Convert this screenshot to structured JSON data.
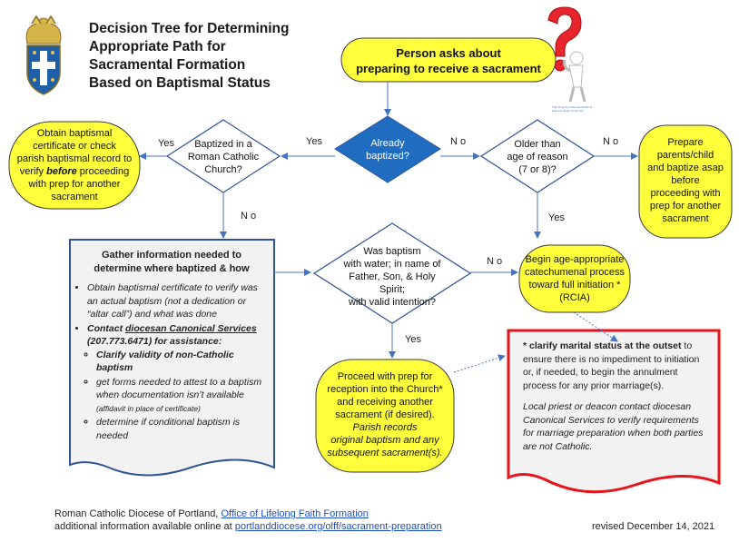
{
  "title": {
    "line1": "Decision Tree for Determining",
    "line2": "Appropriate Path for",
    "line3": "Sacramental Formation",
    "line4": "Based on Baptismal Status"
  },
  "start": {
    "line1": "Person asks about",
    "line2": "preparing to receive a sacrament"
  },
  "clipart_caption": "This Photo by Unknown Author is licensed under CC BY-SA",
  "already_baptized": {
    "line1": "Already",
    "line2": "baptized?"
  },
  "roman_catholic": {
    "line1": "Baptized in a",
    "line2": "Roman Catholic",
    "line3": "Church?"
  },
  "older_than": {
    "line1": "Older than",
    "line2": "age of reason",
    "line3": "(7 or 8)?"
  },
  "obtain_cert": {
    "line1": "Obtain baptismal",
    "line2": "certificate or check",
    "line3": "parish baptismal record to",
    "line4a": "verify ",
    "line4b": "before",
    "line4c": " proceeding",
    "line5": "with prep for another",
    "line6": "sacrament"
  },
  "prepare_child": {
    "line1": "Prepare",
    "line2": "parents/child",
    "line3": "and baptize asap",
    "line4": "before",
    "line5": "proceeding with",
    "line6": "prep for another",
    "line7": "sacrament"
  },
  "valid_baptism": {
    "line1": "Was baptism",
    "line2": "with water; in name of",
    "line3": "Father, Son, & Holy Spirit;",
    "line4": "with valid intention?"
  },
  "rcia": {
    "line1": "Begin age-appropriate",
    "line2": "catechumenal process",
    "line3": "toward full initiation *",
    "line4": "(RCIA)"
  },
  "proceed": {
    "line1": "Proceed with prep for",
    "line2": "reception into the Church*",
    "line3": "and receiving another",
    "line4": "sacrament (if desired).",
    "line5": "Parish records",
    "line6": "original baptism and any",
    "line7": "subsequent sacrament(s)."
  },
  "gather": {
    "heading1": "Gather information needed to",
    "heading2": "determine where baptized & how",
    "bullet1": "Obtain baptismal certificate to verify was an actual baptism (not a dedication or “altar call”) and what was done",
    "bullet2a": "Contact ",
    "bullet2b": "diocesan Canonical Services",
    "bullet2c": " (207.773.6471) for assistance:",
    "sub1": "Clarify validity of  non-Catholic baptism",
    "sub2": "get forms needed to attest to a baptism when documentation isn’t available",
    "sub2note": "(affidavit in place of certificate)",
    "sub3": "determine if conditional baptism is needed"
  },
  "marital": {
    "bold": "* clarify marital status at the outset",
    "rest": " to ensure there is no impediment to initiation or, if needed, to begin the annulment process for any prior marriage(s).",
    "italic": "Local priest or deacon contact diocesan Canonical Services to verify requirements for marriage preparation when both parties are not Catholic."
  },
  "labels": {
    "yes": "Yes",
    "no": "N o"
  },
  "footer": {
    "line1a": "Roman Catholic Diocese of Portland, ",
    "line1link": "Office of Lifelong Faith Formation",
    "line2a": "additional information available online at ",
    "line2link": "portlanddiocese.org/olff/sacrament-preparation",
    "revised": "revised December 14, 2021"
  },
  "colors": {
    "yellow": "#ffff3c",
    "blue_decision": "#1f6cc0",
    "diamond_border": "#2f5597",
    "gather_border": "#2f5597",
    "marital_border": "#e8141c",
    "doc_fill": "#f2f2f2",
    "link": "#1f4fc1"
  }
}
